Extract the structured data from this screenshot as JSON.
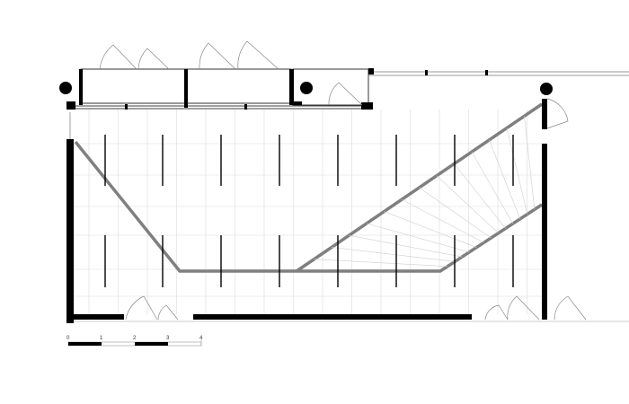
{
  "plan": {
    "scale_bar": {
      "labels": [
        "0",
        "1",
        "2",
        "3",
        "4"
      ]
    },
    "colors": {
      "wall": "#000000",
      "ramp": "#808080",
      "grid": "#d9d9d9",
      "door": "#999999"
    }
  }
}
